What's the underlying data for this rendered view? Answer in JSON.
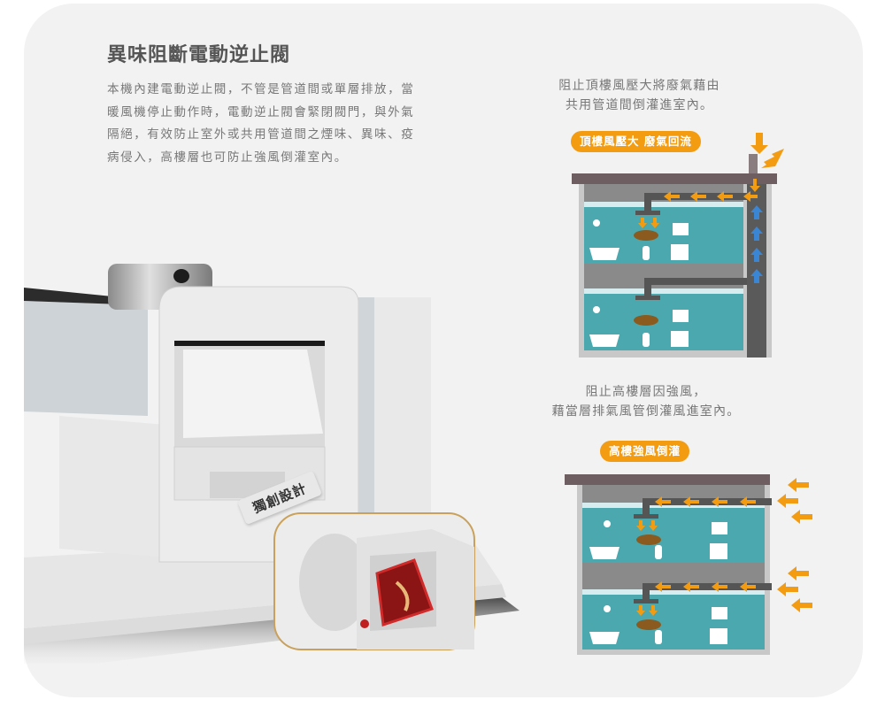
{
  "section": {
    "title": "異味阻斷電動逆止閥",
    "description": "本機內建電動逆止閥，不管是管道間或單層排放，當暖風機停止動作時，電動逆止閥會緊閉閥門，與外氣隔絕，有效防止室外或共用管道間之煙味、異味、疫病侵入，高樓層也可防止強風倒灌室內。"
  },
  "product": {
    "badge": "獨創設計",
    "icon": "damper-valve-icon"
  },
  "diagram_top": {
    "caption_line1": "阻止頂樓風壓大將廢氣藉由",
    "caption_line2": "共用管道間倒灌進室內。",
    "label": "頂樓風壓大 廢氣回流"
  },
  "diagram_bottom": {
    "caption_line1": "阻止高樓層因強風，",
    "caption_line2": "藉當層排氣風管倒灌風進室內。",
    "label": "高樓強風倒灌"
  },
  "colors": {
    "accent": "#f39c12",
    "room": "#4aa8ae",
    "roof": "#6e5e62",
    "duct": "#555555",
    "updraft": "#3a86d4",
    "badge_border": "#c9a15a"
  }
}
